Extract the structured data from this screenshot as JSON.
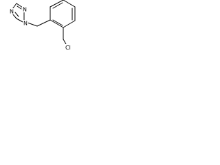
{
  "molecule": {
    "atoms": [
      {
        "symbol": "N",
        "label": "N"
      },
      {
        "symbol": "N",
        "label": "N"
      },
      {
        "symbol": "N",
        "label": "N"
      },
      {
        "symbol": "Cl",
        "label": "Cl"
      }
    ],
    "colors": {
      "bond": "#000000",
      "label": "#000000",
      "background": "#ffffff"
    }
  }
}
